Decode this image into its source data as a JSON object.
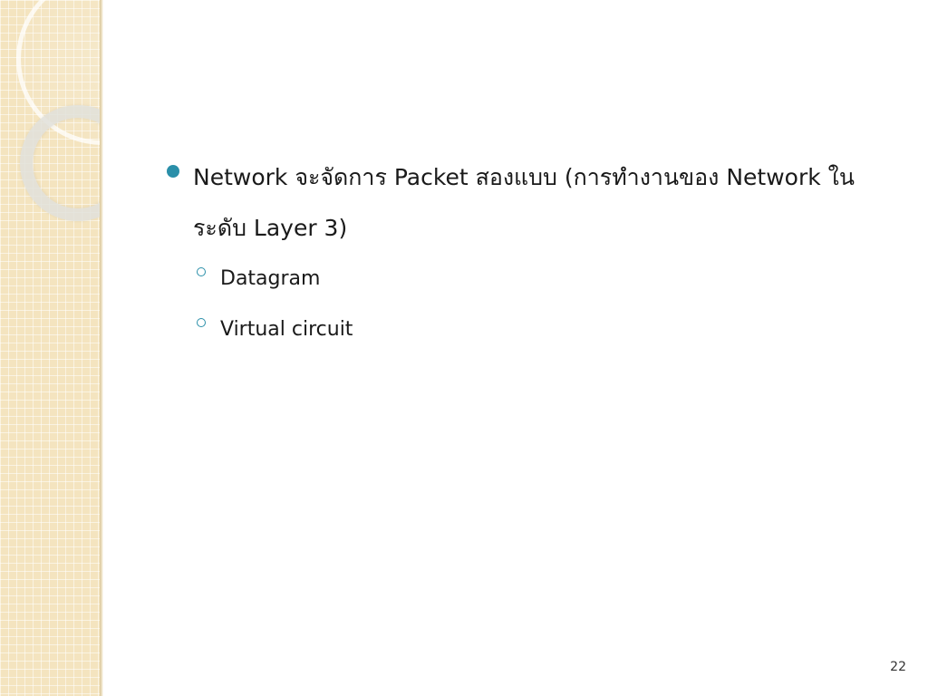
{
  "slide": {
    "bullet_main": "Network จะจัดการ Packet สองแบบ (การทำงานของ Network ในระดับ Layer 3)",
    "sub_bullets": [
      "Datagram",
      "Virtual circuit"
    ],
    "page_number": "22"
  },
  "colors": {
    "bullet_accent": "#2a8fa9",
    "side_panel": "#f4e4bf"
  }
}
